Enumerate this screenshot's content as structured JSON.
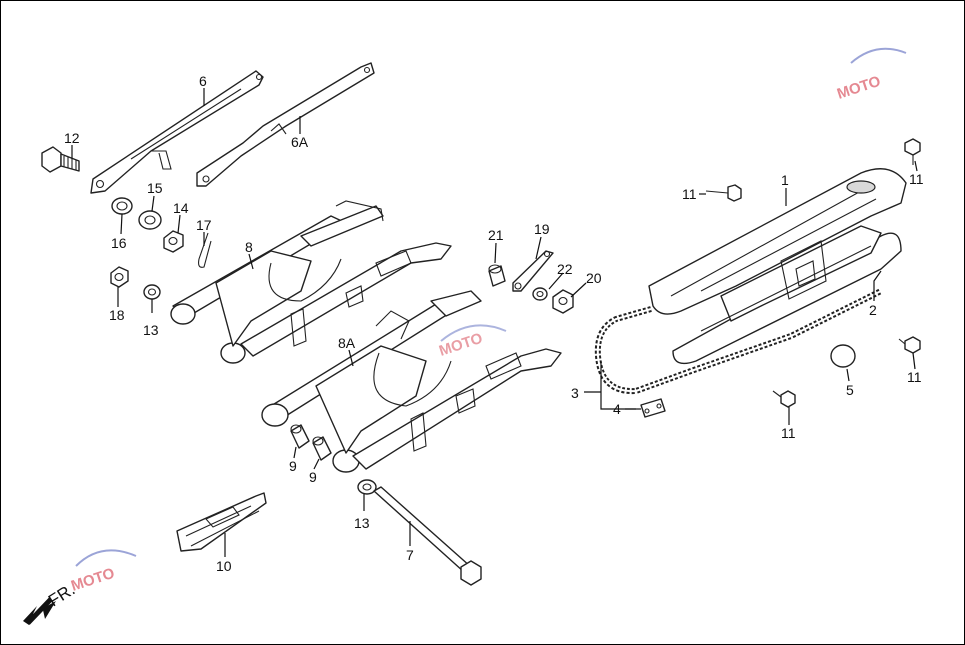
{
  "direction_label": "FR.",
  "callouts": [
    {
      "id": "c1",
      "label": "1"
    },
    {
      "id": "c2",
      "label": "2"
    },
    {
      "id": "c3",
      "label": "3"
    },
    {
      "id": "c4",
      "label": "4"
    },
    {
      "id": "c5",
      "label": "5"
    },
    {
      "id": "c6",
      "label": "6"
    },
    {
      "id": "c6a",
      "label": "6A"
    },
    {
      "id": "c7",
      "label": "7"
    },
    {
      "id": "c8",
      "label": "8"
    },
    {
      "id": "c8a",
      "label": "8A"
    },
    {
      "id": "c9a",
      "label": "9"
    },
    {
      "id": "c9b",
      "label": "9"
    },
    {
      "id": "c10",
      "label": "10"
    },
    {
      "id": "c11a",
      "label": "11"
    },
    {
      "id": "c11b",
      "label": "11"
    },
    {
      "id": "c11c",
      "label": "11"
    },
    {
      "id": "c11d",
      "label": "11"
    },
    {
      "id": "c12",
      "label": "12"
    },
    {
      "id": "c13a",
      "label": "13"
    },
    {
      "id": "c13b",
      "label": "13"
    },
    {
      "id": "c14",
      "label": "14"
    },
    {
      "id": "c15",
      "label": "15"
    },
    {
      "id": "c16",
      "label": "16"
    },
    {
      "id": "c17",
      "label": "17"
    },
    {
      "id": "c18",
      "label": "18"
    },
    {
      "id": "c19",
      "label": "19"
    },
    {
      "id": "c20",
      "label": "20"
    },
    {
      "id": "c21",
      "label": "21"
    },
    {
      "id": "c22",
      "label": "22"
    }
  ],
  "colors": {
    "line": "#222222",
    "background": "#ffffff",
    "watermark": "#cc2233"
  }
}
